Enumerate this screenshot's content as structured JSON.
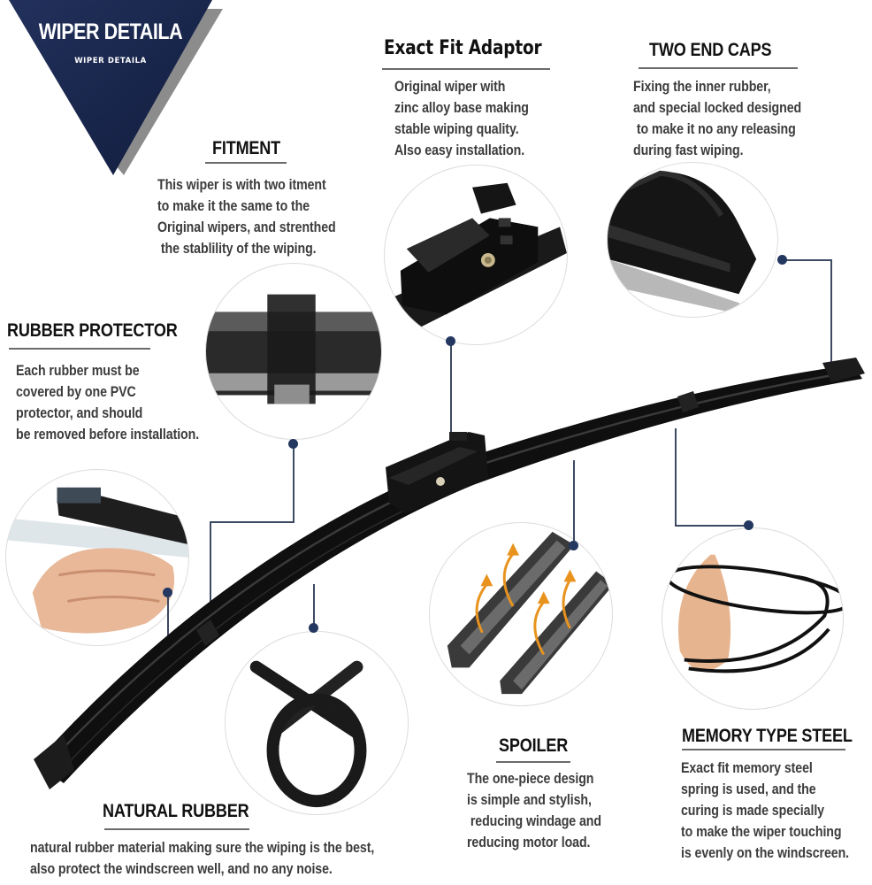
{
  "banner": {
    "title": "WIPER DETAILA",
    "subtitle": "WIPER DETAILA",
    "color": "#1b2a52",
    "shadow_color": "#8a8a8a"
  },
  "features": {
    "exact_fit_adaptor": {
      "heading": "Exact Fit Adaptor",
      "body": "Original wiper with\nzinc alloy base making\nstable wiping quality.\nAlso easy installation."
    },
    "two_end_caps": {
      "heading": "TWO END CAPS",
      "body": "Fixing the inner rubber,\nand special locked designed\n to make it no any releasing\nduring fast wiping."
    },
    "fitment": {
      "heading": "FITMENT",
      "body": "This wiper is with two itment\nto make it the same to the\nOriginal wipers, and strenthed\n the stablility of the wiping."
    },
    "rubber_protector": {
      "heading": "RUBBER PROTECTOR",
      "body": "Each rubber must be\ncovered by one PVC\nprotector, and should\nbe removed before installation."
    },
    "natural_rubber": {
      "heading": "NATURAL RUBBER",
      "body": "natural rubber material making sure the wiping is the best,\nalso protect the windscreen well, and no any noise."
    },
    "spoiler": {
      "heading": "SPOILER",
      "body": "The one-piece design\nis simple and stylish,\n reducing windage and\nreducing motor load."
    },
    "memory_type_steel": {
      "heading": "MEMORY TYPE STEEL",
      "body": "Exact fit memory steel\nspring is used, and the\ncuring is made specially\nto make the wiper touching\nis evenly on the windscreen."
    }
  },
  "colors": {
    "leader_line": "#3d4a63",
    "dot": "#243760",
    "heading_text": "#111111",
    "body_text": "#3c3c3c",
    "arrow_accent": "#e8931e"
  }
}
